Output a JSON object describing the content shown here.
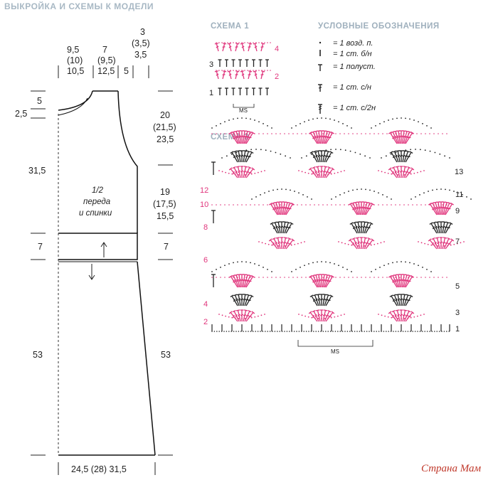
{
  "header": {
    "title": "ВЫКРОЙКА И СХЕМЫ К МОДЕЛИ",
    "scheme1": "СХЕМА 1",
    "legend_title": "УСЛОВНЫЕ ОБОЗНАЧЕНИЯ",
    "scheme2": "СХЕМА 2"
  },
  "pattern": {
    "top": {
      "w1": [
        "9,5",
        "(10)",
        "10,5"
      ],
      "w2": [
        "7",
        "(9,5)",
        "12,5"
      ],
      "w3": "5",
      "w4": [
        "3",
        "(3,5)",
        "3,5"
      ]
    },
    "left": {
      "neck": "5",
      "shoulder": "2,5",
      "upper": "31,5",
      "band": "7",
      "lower": "53"
    },
    "right": {
      "armhole": [
        "20",
        "(21,5)",
        "23,5"
      ],
      "side": [
        "19",
        "(17,5)",
        "15,5"
      ],
      "band": "7",
      "lower": "53"
    },
    "center_label": [
      "1/2",
      "переда",
      "и спинки"
    ],
    "bottom": "24,5 (28) 31,5"
  },
  "legend": {
    "items": [
      {
        "icon": "dot-icon",
        "text": "= 1 возд. п."
      },
      {
        "icon": "sc-icon",
        "text": "= 1 ст. б/н"
      },
      {
        "icon": "hdc-icon",
        "text": "= 1 полуст."
      },
      {
        "icon": "dc-icon",
        "text": "= 1 ст. с/н"
      },
      {
        "icon": "tr-icon",
        "text": "= 1 ст. с/2н"
      }
    ]
  },
  "scheme1": {
    "rows": [
      "4",
      "3",
      "2",
      "1"
    ],
    "ms": "MS"
  },
  "scheme2": {
    "rows_right": [
      "13",
      "11",
      "9",
      "7",
      "5",
      "3",
      "1"
    ],
    "rows_left": [
      "12",
      "10",
      "8",
      "6",
      "4",
      "2"
    ],
    "ms": "MS"
  },
  "colors": {
    "pink": "#e0357c",
    "black": "#222222",
    "header": "#a8b8c4"
  },
  "watermark": "Страна Мам"
}
